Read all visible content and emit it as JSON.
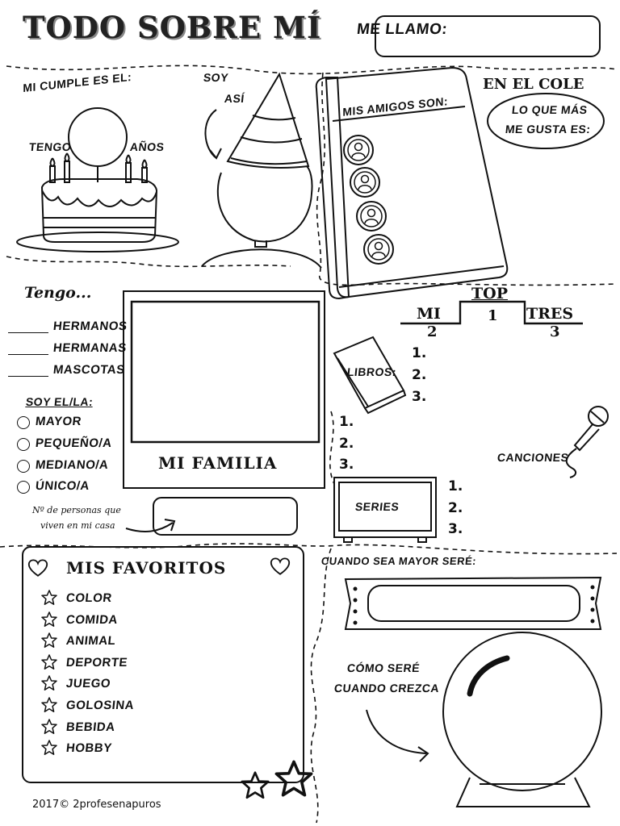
{
  "header": {
    "title": "TODO SOBRE MÍ",
    "name_label": "ME LLAMO:"
  },
  "birthday": {
    "label": "MI CUMPLE ES EL:",
    "age_prefix": "TENGO",
    "age_suffix": "AÑOS"
  },
  "portrait": {
    "label_1": "SOY",
    "label_2": "ASÍ"
  },
  "school": {
    "title": "EN EL COLE",
    "friends_label": "MIS AMIGOS SON:",
    "likes_label_1": "LO QUE MÁS",
    "likes_label_2": "ME GUSTA ES:"
  },
  "siblings": {
    "title": "Tengo...",
    "items": [
      "HERMANOS",
      "HERMANAS",
      "MASCOTAS"
    ]
  },
  "order": {
    "title": "SOY EL/LA:",
    "options": [
      "MAYOR",
      "PEQUEÑO/A",
      "MEDIANO/A",
      "ÚNICO/A"
    ]
  },
  "household": {
    "label_1": "Nº de personas que",
    "label_2": "viven en mi casa"
  },
  "family": {
    "label": "MI FAMILIA"
  },
  "top3": {
    "title": "TOP",
    "left_word": "MI",
    "right_word": "TRES",
    "places": [
      "1",
      "2",
      "3"
    ]
  },
  "rankings": {
    "numbers": [
      "1.",
      "2.",
      "3."
    ],
    "books_label": "LIBROS:",
    "songs_label": "CANCIONES",
    "series_label": "SERIES"
  },
  "favorites": {
    "title": "MIS FAVORITOS",
    "items": [
      "COLOR",
      "COMIDA",
      "ANIMAL",
      "DEPORTE",
      "JUEGO",
      "GOLOSINA",
      "BEBIDA",
      "HOBBY"
    ]
  },
  "future": {
    "label": "CUANDO SEA MAYOR SERÉ:",
    "crystal_label_1": "CÓMO SERÉ",
    "crystal_label_2": "CUANDO CREZCA"
  },
  "footer": {
    "copyright": "2017© 2profesenapuros"
  },
  "icons": {
    "friend": "person-icon",
    "favorite": "star-icon",
    "heart": "heart-icon"
  }
}
